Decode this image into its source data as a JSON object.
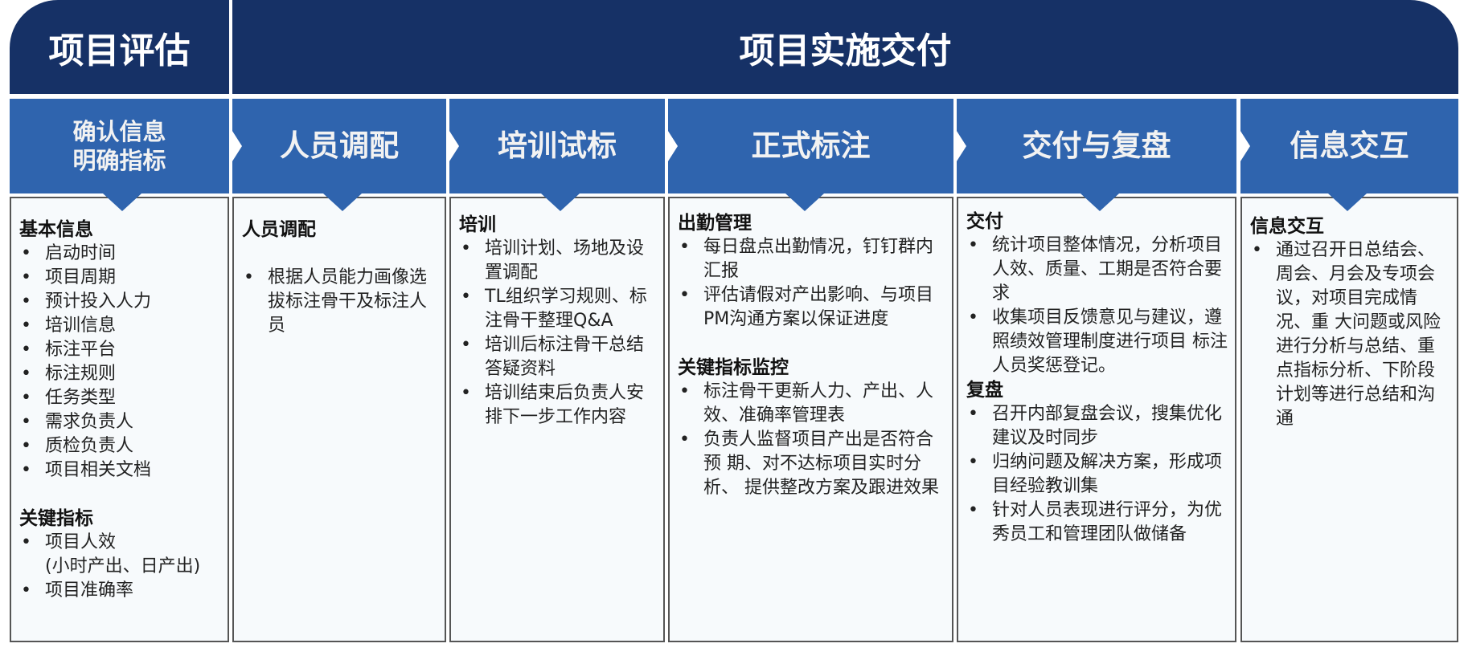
{
  "headers": [
    "项目评估",
    "项目实施交付"
  ],
  "phases": [
    {
      "line1": "确认信息",
      "line2": "明确指标"
    },
    {
      "label": "人员调配"
    },
    {
      "label": "培训试标"
    },
    {
      "label": "正式标注"
    },
    {
      "label": "交付与复盘"
    },
    {
      "label": "信息交互"
    }
  ],
  "col1": {
    "s1": "基本信息",
    "items1": [
      "启动时间",
      "项目周期",
      "预计投入人力",
      "培训信息",
      "标注平台",
      "标注规则",
      "任务类型",
      "需求负责人",
      "质检负责人",
      "项目相关文档"
    ],
    "s2": "关键指标",
    "items2": [
      "项目人效\n(小时产出、日产出)",
      "项目准确率"
    ]
  },
  "col2": {
    "s1": "人员调配",
    "items1": [
      "根据人员能力画像选拔标注骨干及标注人员"
    ]
  },
  "col3": {
    "s1": "培训",
    "items1": [
      "培训计划、场地及设置调配",
      "TL组织学习规则、标注骨干整理Q&A",
      "培训后标注骨干总结答疑资料",
      "培训结束后负责人安排下一步工作内容"
    ]
  },
  "col4": {
    "s1": "出勤管理",
    "items1": [
      "每日盘点出勤情况，钉钉群内汇报",
      "评估请假对产出影响、与项目PM沟通方案以保证进度"
    ],
    "s2": "关键指标监控",
    "items2": [
      "标注骨干更新人力、产出、人效、准确率管理表",
      "负责人监督项目产出是否符合预 期、对不达标项目实时分析、 提供整改方案及跟进效果"
    ]
  },
  "col5": {
    "s1": "交付",
    "items1": [
      "统计项目整体情况，分析项目人效、质量、工期是否符合要求",
      "收集项目反馈意见与建议，遵照绩效管理制度进行项目 标注人员奖惩登记。"
    ],
    "s2": "复盘",
    "items2": [
      "召开内部复盘会议，搜集优化建议及时同步",
      "归纳问题及解决方案，形成项目经验教训集",
      "针对人员表现进行评分，为优秀员工和管理团队做储备"
    ]
  },
  "col6": {
    "s1": "信息交互",
    "items1": [
      "通过召开日总结会、周会、月会及专项会议，对项目完成情况、重 大问题或风险进行分析与总结、重点指标分析、下阶段计划等进行总结和沟通"
    ]
  }
}
